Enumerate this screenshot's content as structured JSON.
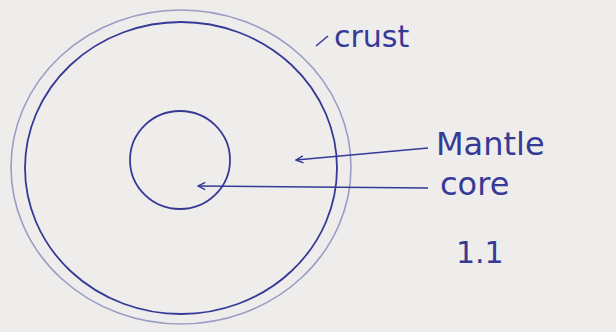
{
  "diagram": {
    "labels": [
      "crust",
      "Mantle",
      "core",
      "1.1"
    ]
  }
}
